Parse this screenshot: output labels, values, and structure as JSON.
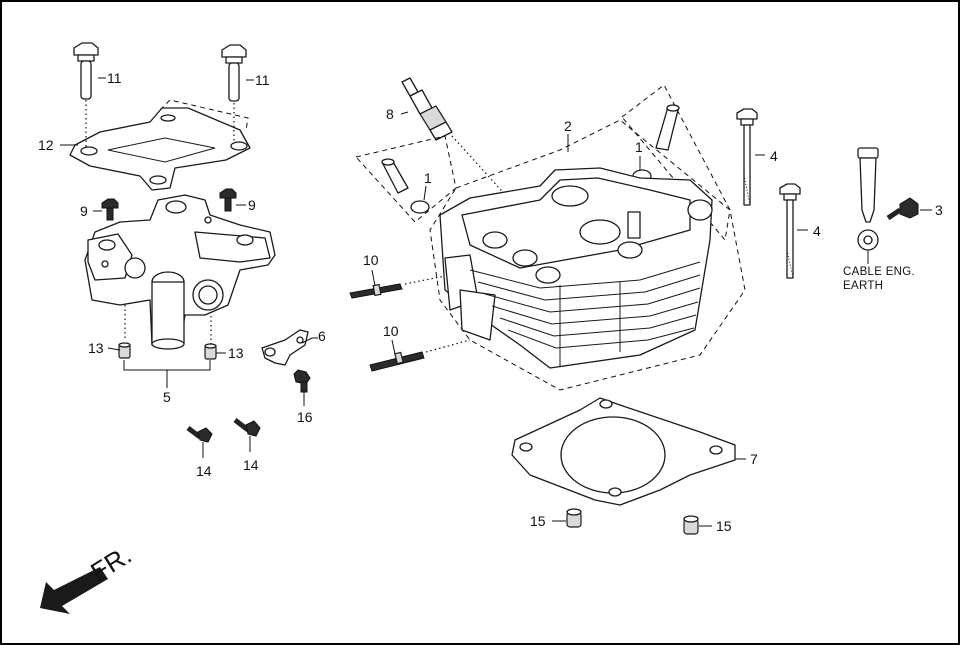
{
  "diagram": {
    "callouts": {
      "c1a": "1",
      "c1b": "1",
      "c2": "2",
      "c3": "3",
      "c4a": "4",
      "c4b": "4",
      "c5": "5",
      "c6": "6",
      "c7": "7",
      "c8": "8",
      "c9a": "9",
      "c9b": "9",
      "c10a": "10",
      "c10b": "10",
      "c11a": "11",
      "c11b": "11",
      "c12": "12",
      "c13a": "13",
      "c13b": "13",
      "c14a": "14",
      "c14b": "14",
      "c15a": "15",
      "c15b": "15",
      "c16": "16"
    },
    "cable_note": {
      "line1": "CABLE ENG.",
      "line2": "EARTH"
    },
    "front_label": "FR."
  }
}
